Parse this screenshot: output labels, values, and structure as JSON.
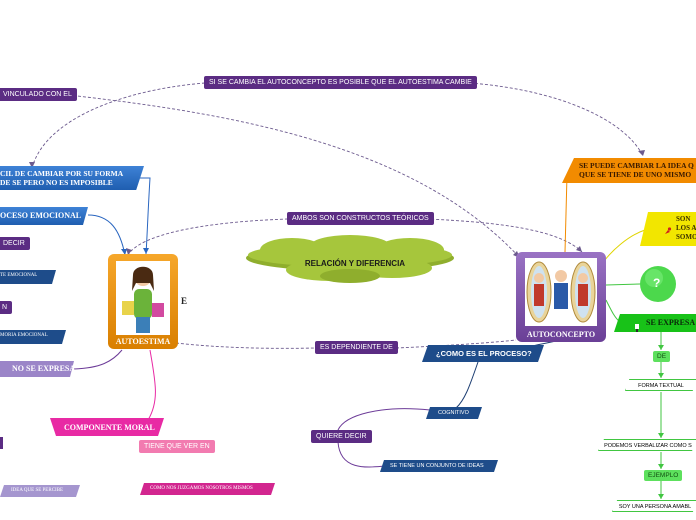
{
  "center": {
    "label": "RELACIÓN Y DIFERENCIA"
  },
  "top": {
    "link_label": "SI SE CAMBIA EL AUTOCONCEPTO ES POSIBLE QUE EL AUTOESTIMA CAMBIE",
    "left_link_label": "VINCULADO CON EL",
    "both_label": "AMBOS SON CONSTRUCTOS TEÓRICOS",
    "depends_label": "ES DEPENDIENTE DE"
  },
  "autoestima": {
    "title": "AUTOESTIMA",
    "side_letter": "E",
    "banner_change": "CIL DE CAMBIAR POR SU FORMA DE SE PERO NO ES IMPOSIBLE",
    "banner_process": "OCESO EMOCIONAL",
    "tag_decir": "DECIR",
    "tag_emocional": "TE EMOCIONAL",
    "tag_n": "N",
    "tag_memoria": "MORIA EMOCIONAL",
    "no_se_expresa": "NO SE EXPRESA",
    "componente_moral": "COMPONENTE MORAL",
    "tiene_que_ver": "TIENE QUE VER EN",
    "como_nos_juzgamos": "COMO NOS JUZGAMOS NOSOTROS MISMOS",
    "idea_percibe": "IDEA QUE SE PERCIBE"
  },
  "autoconcepto": {
    "title": "AUTOCONCEPTO",
    "proceso_question": "¿COMO ES EL PROCESO?",
    "cognitivo": "COGNITIVO",
    "quiere_decir": "QUIERE DECIR",
    "conjunto_ideas": "SE TIENE UN CONJUNTO DE IDEAS",
    "orange_banner": "SE PUEDE CAMBIAR LA IDEA Q QUE SE TIENE DE UNO MISMO",
    "yellow_banner": "SON LOS A SOMO",
    "question_mark": "?",
    "se_expresa": "SE EXPRESA",
    "de": "DE",
    "forma_textual": "FORMA TEXTUAL",
    "podemos_verbalizar": "PODEMOS VERBALIZAR COMO S",
    "ejemplo": "EJEMPLO",
    "soy_persona": "SOY UNA PERSONA AMABL"
  },
  "colors": {
    "purple": "#5b2c83",
    "navy": "#1e3f73",
    "blue_banner": "#2b6fc6",
    "orange": "#f28b00",
    "green": "#41c641",
    "cloud": "#95b531",
    "pink": "#e82aa4"
  }
}
